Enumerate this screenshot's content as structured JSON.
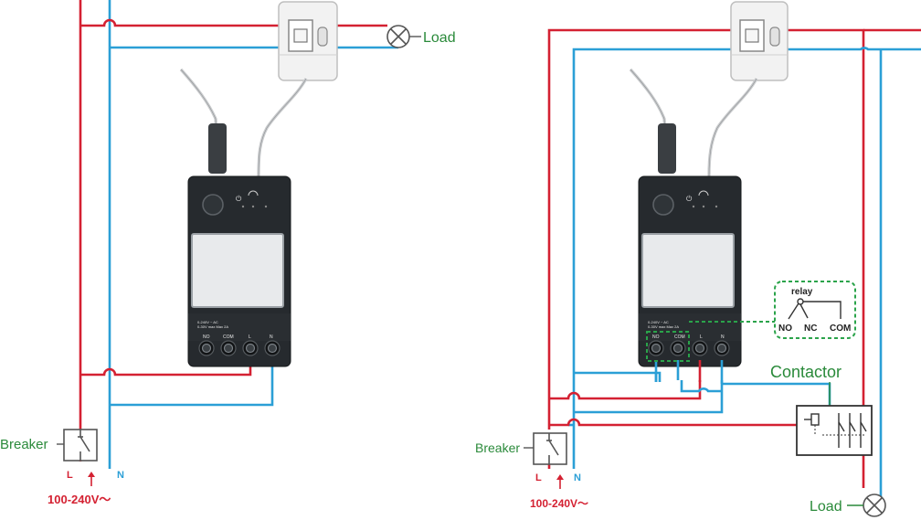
{
  "left": {
    "load_label": "Load",
    "breaker_label": "Breaker",
    "l_label": "L",
    "n_label": "N",
    "voltage_label": "100-240V～",
    "terminals": [
      "NO",
      "COM",
      "L",
      "N"
    ]
  },
  "right": {
    "load_label": "Load",
    "breaker_label": "Breaker",
    "l_label": "L",
    "n_label": "N",
    "voltage_label": "100-240V～",
    "contactor_label": "Contactor",
    "relay": {
      "title": "relay",
      "no": "NO",
      "nc": "NC",
      "com": "COM"
    },
    "terminals": [
      "NO",
      "COM",
      "L",
      "N"
    ]
  },
  "colors": {
    "live": "#d42132",
    "neutral": "#2b9fd6",
    "label_green": "#2a8a3a",
    "device": "#262a2e"
  },
  "icons": [
    "lamp-icon",
    "current-clamp-icon",
    "breaker-icon",
    "power-button-icon",
    "wifi-icon",
    "relay-icon",
    "contactor-icon"
  ]
}
